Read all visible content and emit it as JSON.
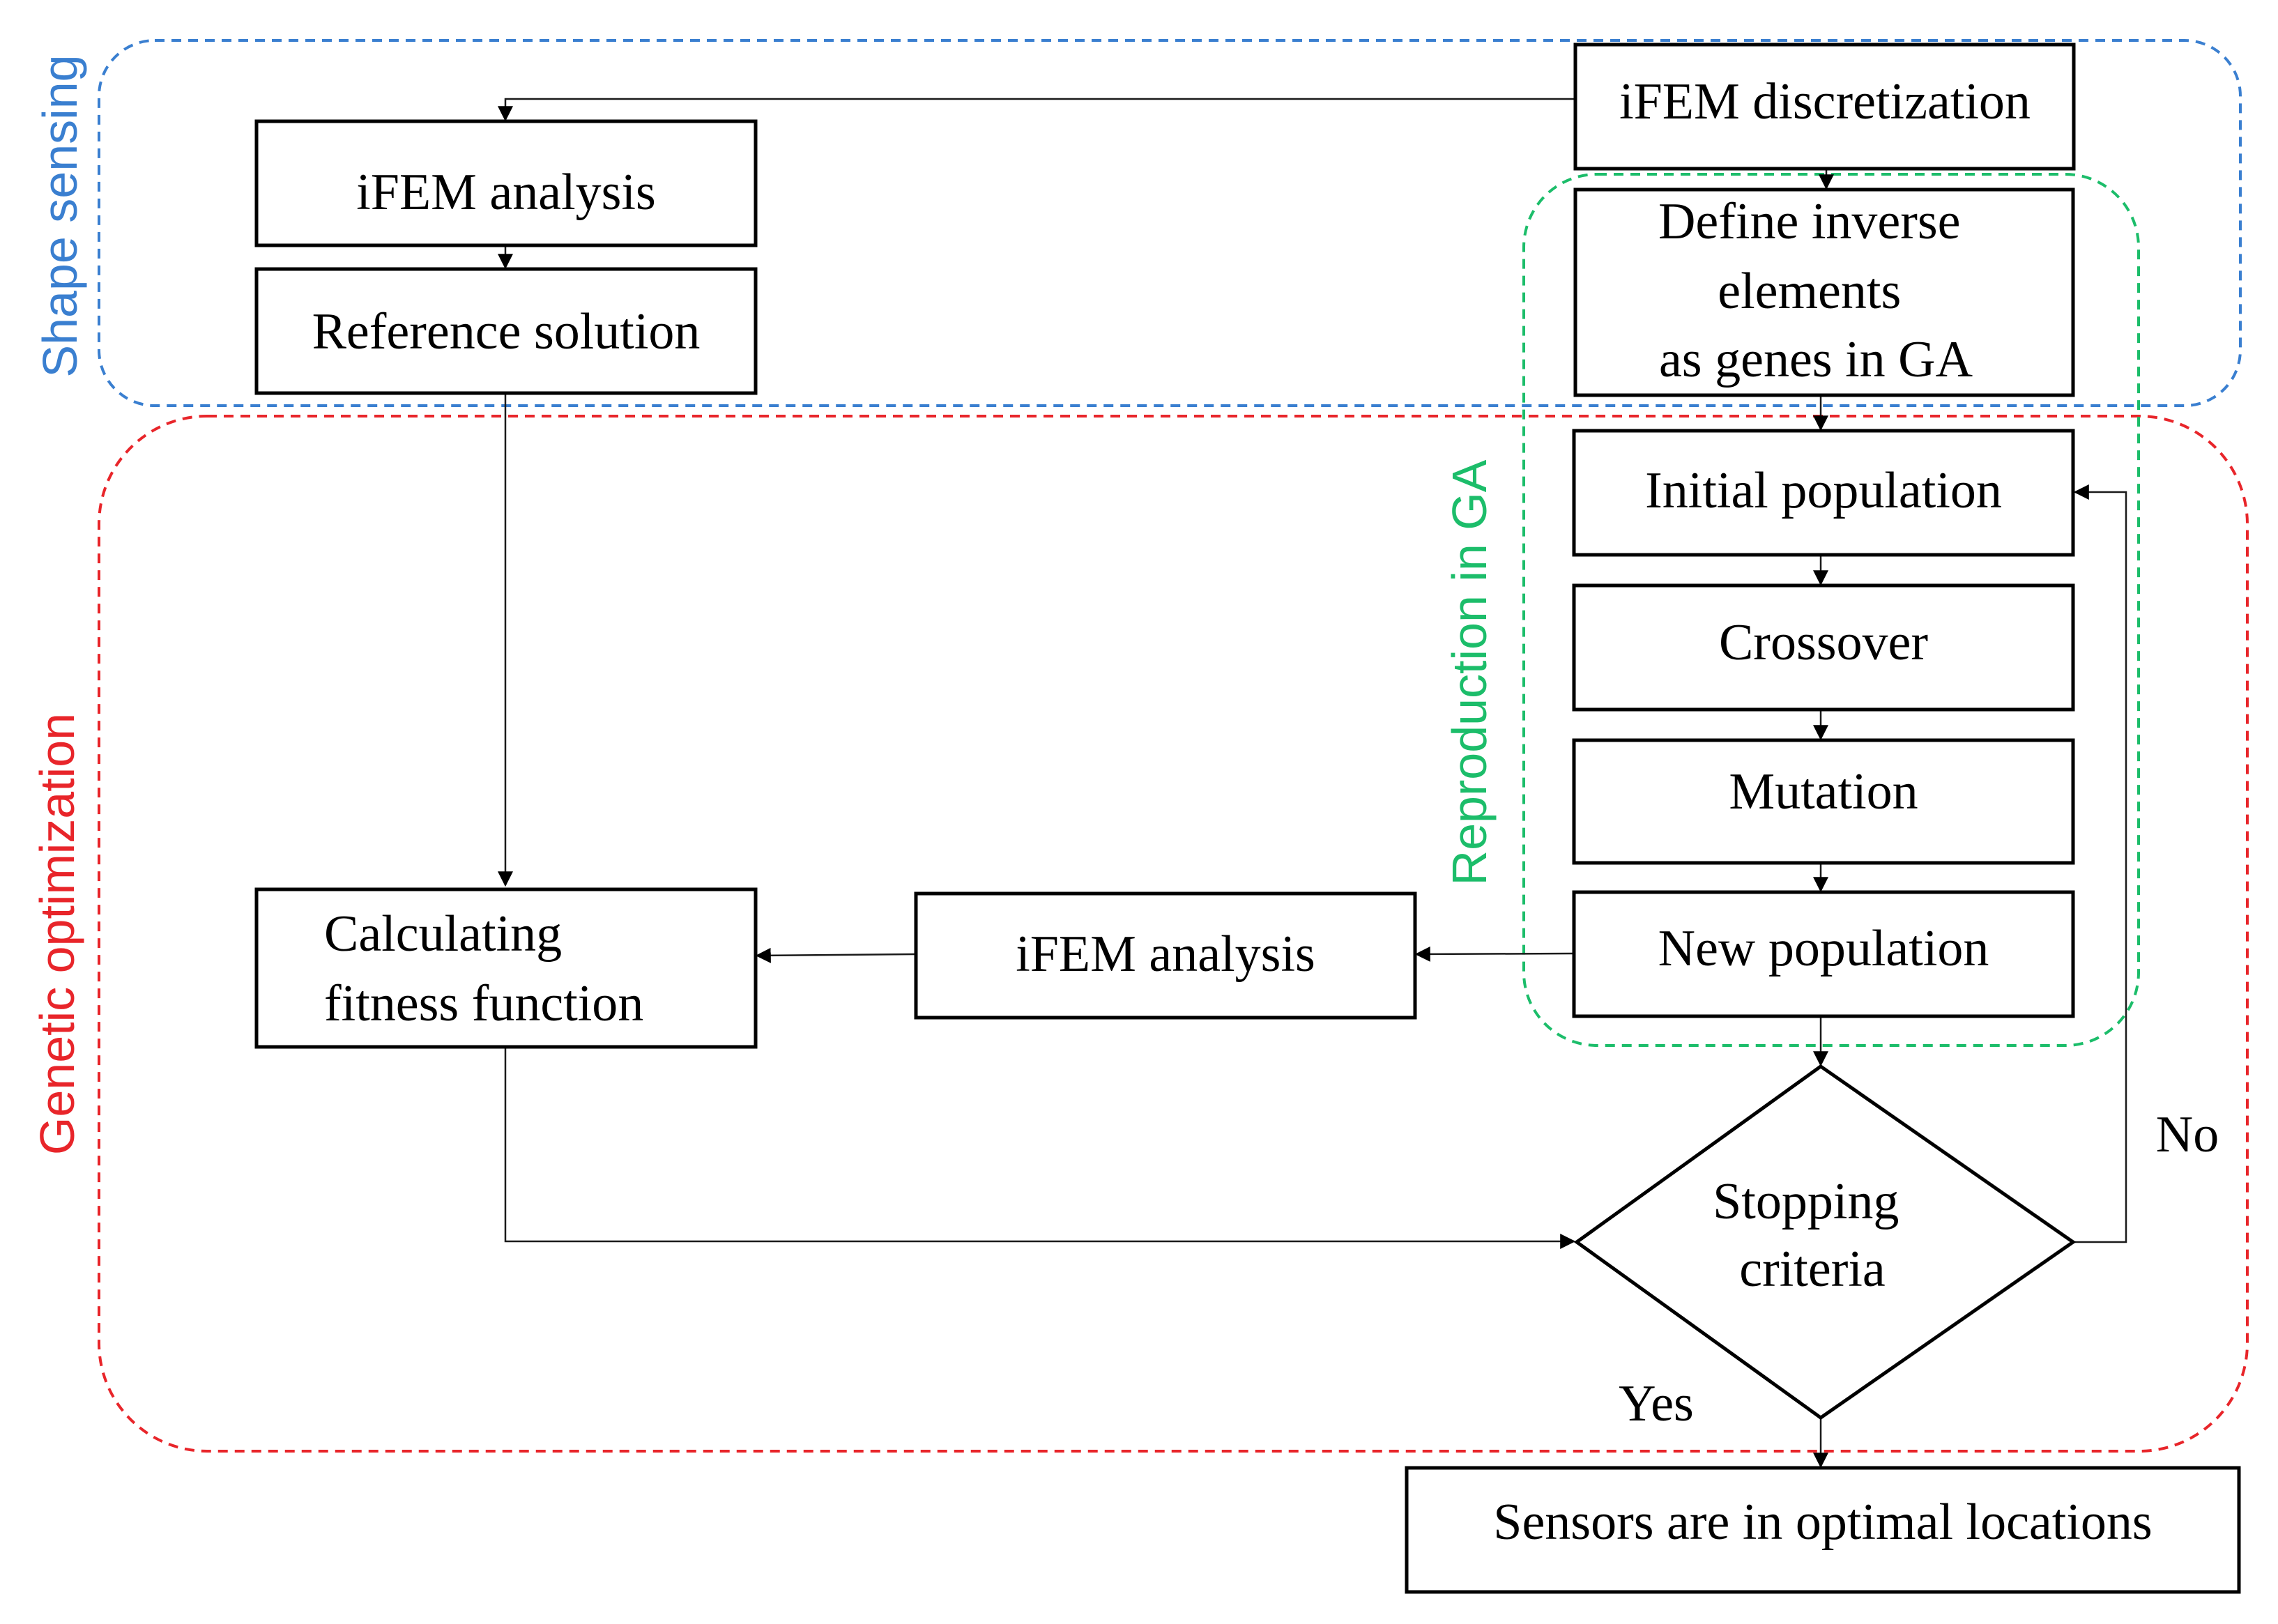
{
  "groups": {
    "shape_sensing": {
      "label": "Shape sensing",
      "color": "#3a7fd0"
    },
    "genetic_optimization": {
      "label": "Genetic optimization",
      "color": "#e8252a"
    },
    "reproduction": {
      "label": "Reproduction in GA",
      "color": "#1cbd6a"
    }
  },
  "nodes": {
    "ifem_discretization": "iFEM discretization",
    "ifem_analysis_top": "iFEM analysis",
    "reference_solution": "Reference solution",
    "define_inverse": [
      "Define inverse",
      "elements",
      "as genes in GA"
    ],
    "initial_population": "Initial population",
    "crossover": "Crossover",
    "mutation": "Mutation",
    "new_population": "New population",
    "ifem_analysis_mid": "iFEM analysis",
    "fitness": [
      "Calculating",
      "fitness function"
    ],
    "stopping": [
      "Stopping",
      "criteria"
    ],
    "sensors": "Sensors are in optimal locations"
  },
  "edges": {
    "no_label": "No",
    "yes_label": "Yes"
  }
}
